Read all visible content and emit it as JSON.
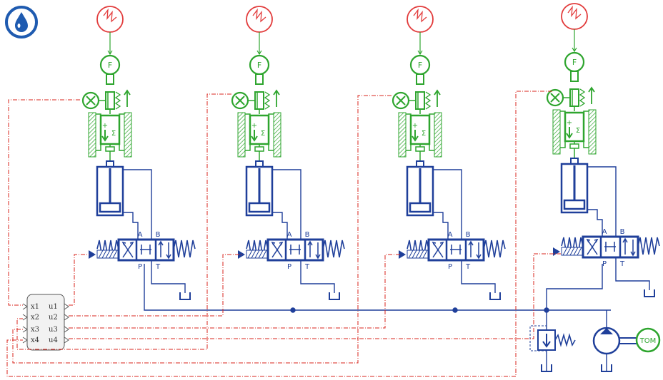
{
  "colors": {
    "hydraulic": "#1f3f9a",
    "mechanical": "#2ea52e",
    "signal": "#d9241c",
    "source_icon": "#e23b3b",
    "controller_fill": "#f2f2f2",
    "logo": "#1f5bb0"
  },
  "icons": {
    "logo": "water-drop-icon",
    "signal_source": "sine-wave-source-icon",
    "motor": "prime-mover-engine-icon"
  },
  "valves": [
    {
      "port_a": "A",
      "port_b": "B",
      "port_p": "P",
      "port_t": "T"
    },
    {
      "port_a": "A",
      "port_b": "B",
      "port_p": "P",
      "port_t": "T"
    },
    {
      "port_a": "A",
      "port_b": "B",
      "port_p": "P",
      "port_t": "T"
    },
    {
      "port_a": "A",
      "port_b": "B",
      "port_p": "P",
      "port_t": "T"
    }
  ],
  "controller": {
    "inputs": [
      "x1",
      "x2",
      "x3",
      "x4"
    ],
    "outputs": [
      "u1",
      "u2",
      "u3",
      "u4"
    ]
  },
  "motor_label": "TOM"
}
